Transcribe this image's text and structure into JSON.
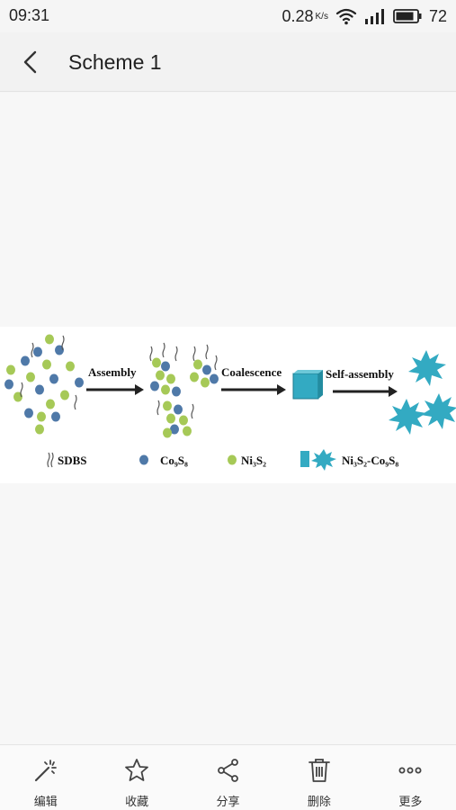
{
  "status_bar": {
    "time": "09:31",
    "network_speed": "0.28",
    "network_speed_unit": "K/s",
    "battery": "72",
    "icons": [
      "wifi-icon",
      "signal-icon",
      "battery-icon"
    ]
  },
  "app_bar": {
    "back_icon": "back-arrow-icon",
    "title": "Scheme 1"
  },
  "scheme": {
    "steps": [
      "Assembly",
      "Coalescence",
      "Self-assembly"
    ],
    "legend": [
      {
        "label": "SDBS"
      },
      {
        "label": "Co₉S₈"
      },
      {
        "label": "Ni₃S₂"
      },
      {
        "label": "Ni₃S₂-Co₉S₈"
      }
    ],
    "colors": {
      "co9s8": "#4f79a8",
      "ni3s2": "#a6c957",
      "product": "#33aac2",
      "sdbs": "#555555"
    }
  },
  "bottom_bar": {
    "actions": [
      {
        "label": "编辑",
        "icon": "magic-wand-icon"
      },
      {
        "label": "收藏",
        "icon": "star-icon"
      },
      {
        "label": "分享",
        "icon": "share-icon"
      },
      {
        "label": "删除",
        "icon": "trash-icon"
      },
      {
        "label": "更多",
        "icon": "more-icon"
      }
    ]
  }
}
